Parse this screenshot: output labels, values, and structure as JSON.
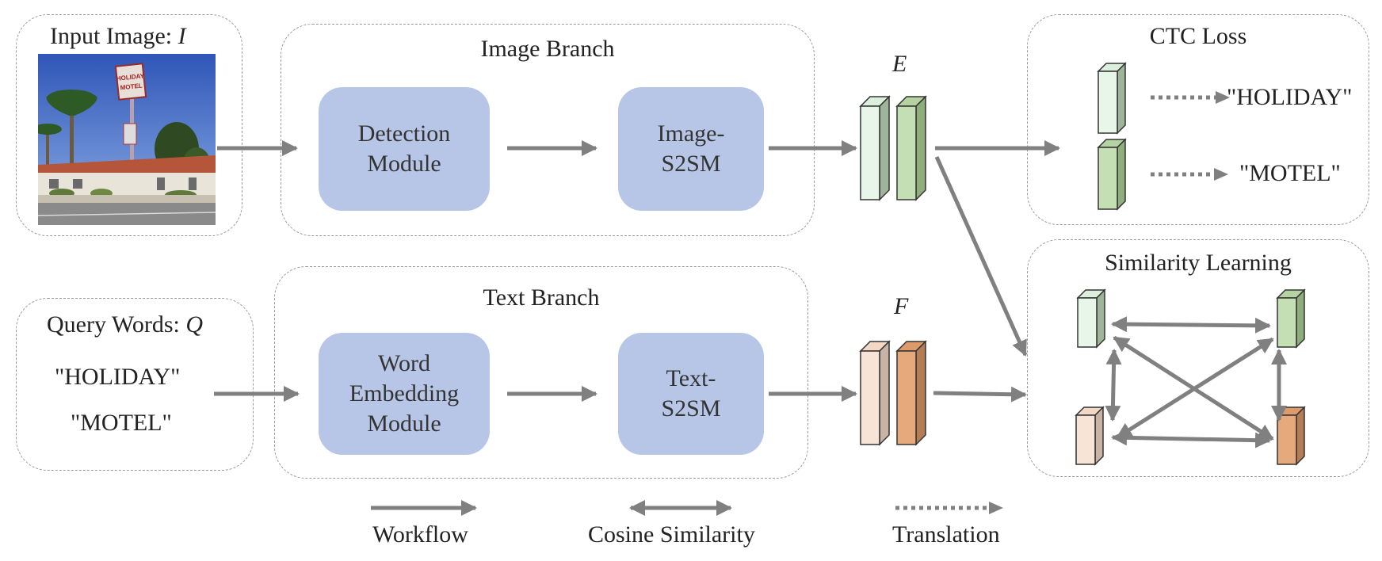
{
  "input_panel": {
    "title": "Input Image:",
    "symbol": "I",
    "photo_sign": [
      "HOLIDAY",
      "MOTEL"
    ]
  },
  "query_panel": {
    "title": "Query Words:",
    "symbol": "Q",
    "words": [
      "\"HOLIDAY\"",
      "\"MOTEL\""
    ]
  },
  "image_branch": {
    "title": "Image Branch",
    "modules": [
      "Detection\nModule",
      "Image-\nS2SM"
    ]
  },
  "text_branch": {
    "title": "Text Branch",
    "modules": [
      "Word\nEmbedding\nModule",
      "Text-\nS2SM"
    ]
  },
  "embeddings": {
    "image_symbol": "E",
    "text_symbol": "F"
  },
  "ctc_panel": {
    "title": "CTC Loss",
    "outputs": [
      "\"HOLIDAY\"",
      "\"MOTEL\""
    ]
  },
  "similarity_panel": {
    "title": "Similarity Learning"
  },
  "legend": {
    "workflow": "Workflow",
    "cosine": "Cosine Similarity",
    "translation": "Translation"
  },
  "colors": {
    "module_fill": "#b7c6e6",
    "green_light": "#e8f6ea",
    "green_dark": "#c5dfb4",
    "orange_light": "#f8e4d6",
    "orange_dark": "#e6a97c",
    "arrow": "#808080"
  }
}
